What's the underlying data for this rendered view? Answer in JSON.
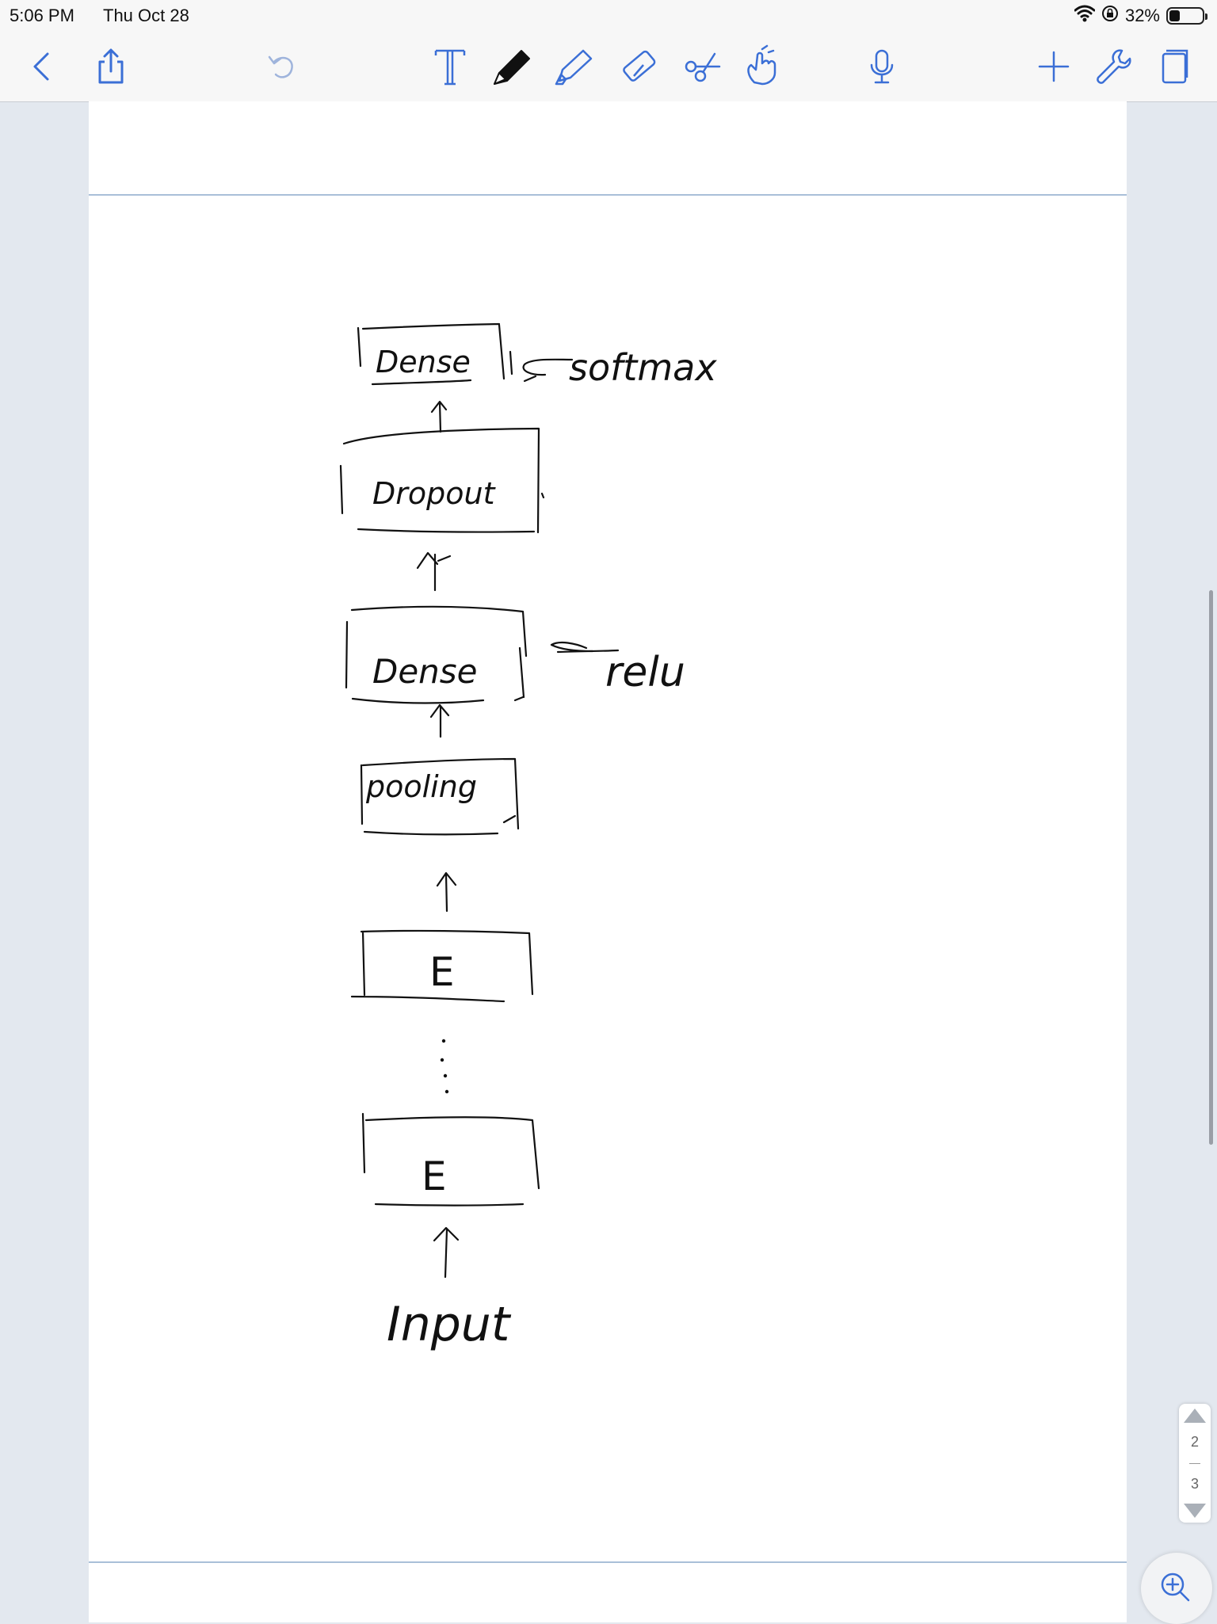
{
  "status": {
    "time": "5:06 PM",
    "date": "Thu Oct 28",
    "battery": "32%",
    "battery_level": 0.32
  },
  "toolbar": {
    "left_icons": [
      "chevron-left-icon",
      "share-icon",
      "undo-icon"
    ],
    "tool_icons": [
      "text-tool-icon",
      "pen-icon",
      "highlighter-icon",
      "eraser-icon",
      "scissors-icon",
      "hand-icon",
      "microphone-icon"
    ],
    "right_icons": [
      "plus-icon",
      "wrench-icon",
      "pages-icon"
    ],
    "accent": "#3b6fd6"
  },
  "diagram": {
    "nodes": [
      "Dense",
      "Dropout",
      "Dense",
      "pooling",
      "E",
      "E"
    ],
    "annotations": [
      "softmax",
      "relu"
    ],
    "input_label": "Input",
    "ellipsis": "⋮"
  },
  "pager": {
    "current": "2",
    "total": "3"
  }
}
